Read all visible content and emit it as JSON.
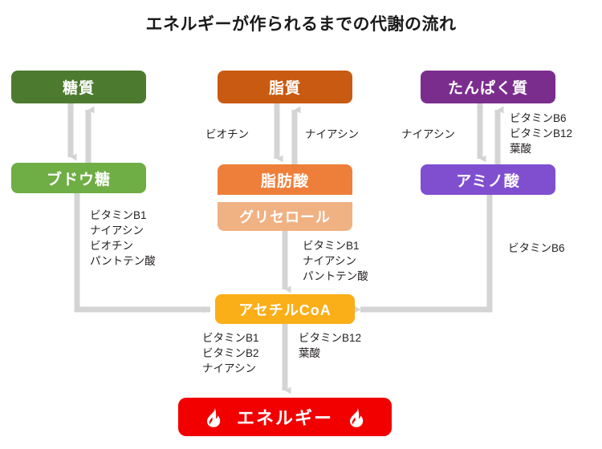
{
  "diagram": {
    "title": "エネルギーが作られるまでの代謝の流れ",
    "type": "metabolic-flow",
    "colors": {
      "carb_dark": "#4C7A2E",
      "carb_light": "#6FAD45",
      "fat_dark": "#C85A12",
      "fat_mid": "#EE7F3A",
      "fat_light": "#F0B183",
      "protein_dark": "#7B2D8E",
      "protein_light": "#7F4FD0",
      "acetyl": "#FAAE17",
      "energy": "#F20000",
      "arrow": "#D4D4D4",
      "text": "#231f20",
      "background": "#FFFFFF"
    },
    "nodes": {
      "carbohydrate": "糖質",
      "glucose": "ブドウ糖",
      "lipid": "脂質",
      "fatty_acid": "脂肪酸",
      "glycerol": "グリセロール",
      "protein": "たんぱく質",
      "amino_acid": "アミノ酸",
      "acetyl_coa": "アセチルCoA",
      "energy": "エネルギー"
    },
    "icons": {
      "flame_left": "flame-icon",
      "flame_right": "flame-icon"
    },
    "labels": {
      "glucose_to_acetyl": [
        "ビタミンB1",
        "ナイアシン",
        "ビオチン",
        "パントテン酸"
      ],
      "lipid_down": [
        "ビオチン"
      ],
      "lipid_up": [
        "ナイアシン"
      ],
      "fatty_acid_to_acetyl": [
        "ビタミンB1",
        "ナイアシン",
        "パントテン酸"
      ],
      "protein_down": [
        "ナイアシン"
      ],
      "protein_up": [
        "ビタミンB6",
        "ビタミンB12",
        "葉酸"
      ],
      "amino_to_acetyl": [
        "ビタミンB6"
      ],
      "acetyl_to_energy_left": [
        "ビタミンB1",
        "ビタミンB2",
        "ナイアシン"
      ],
      "acetyl_to_energy_right": [
        "ビタミンB12",
        "葉酸"
      ]
    }
  }
}
